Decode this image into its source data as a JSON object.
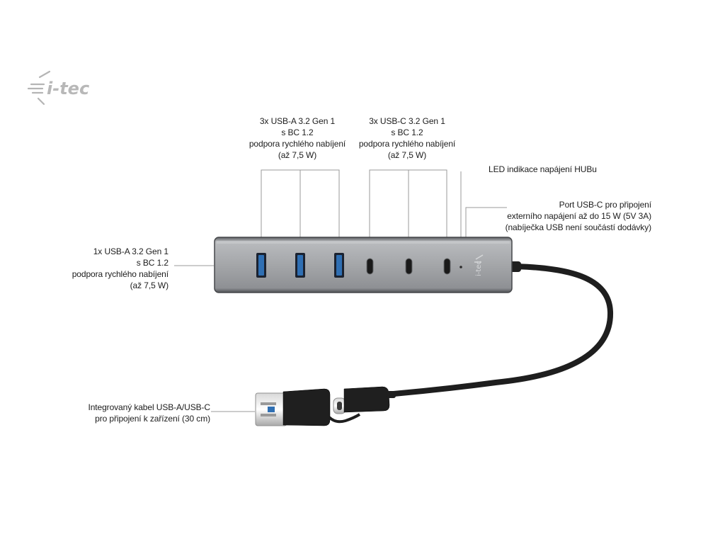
{
  "logo": {
    "text": "i-tec"
  },
  "callouts": {
    "usb_a_top": [
      "3x USB-A 3.2 Gen 1",
      "s BC 1.2",
      "podpora rychlého nabíjení",
      "(až 7,5 W)"
    ],
    "usb_c_top": [
      "3x USB-C 3.2 Gen 1",
      "s BC 1.2",
      "podpora rychlého nabíjení",
      "(až 7,5 W)"
    ],
    "led": [
      "LED indikace napájení HUBu"
    ],
    "power_port": [
      "Port USB-C pro připojení",
      "externího napájení až do 15 W (5V 3A)",
      "(nabíječka USB není součástí dodávky)"
    ],
    "usb_a_side": [
      "1x USB-A 3.2 Gen 1",
      "s BC 1.2",
      "podpora rychlého nabíjení",
      "(až 7,5 W)"
    ],
    "cable": [
      "Integrovaný kabel USB-A/USB-C",
      "pro připojení k zařízení (30 cm)"
    ]
  },
  "hub_logo_text": "i-tec",
  "colors": {
    "hub_body": "#a7a9ac",
    "hub_edge": "#4a4c4f",
    "usb_a_port": "#2f6fb3",
    "cable": "#1e1e1e",
    "leader_line": "#9a9a9a"
  }
}
